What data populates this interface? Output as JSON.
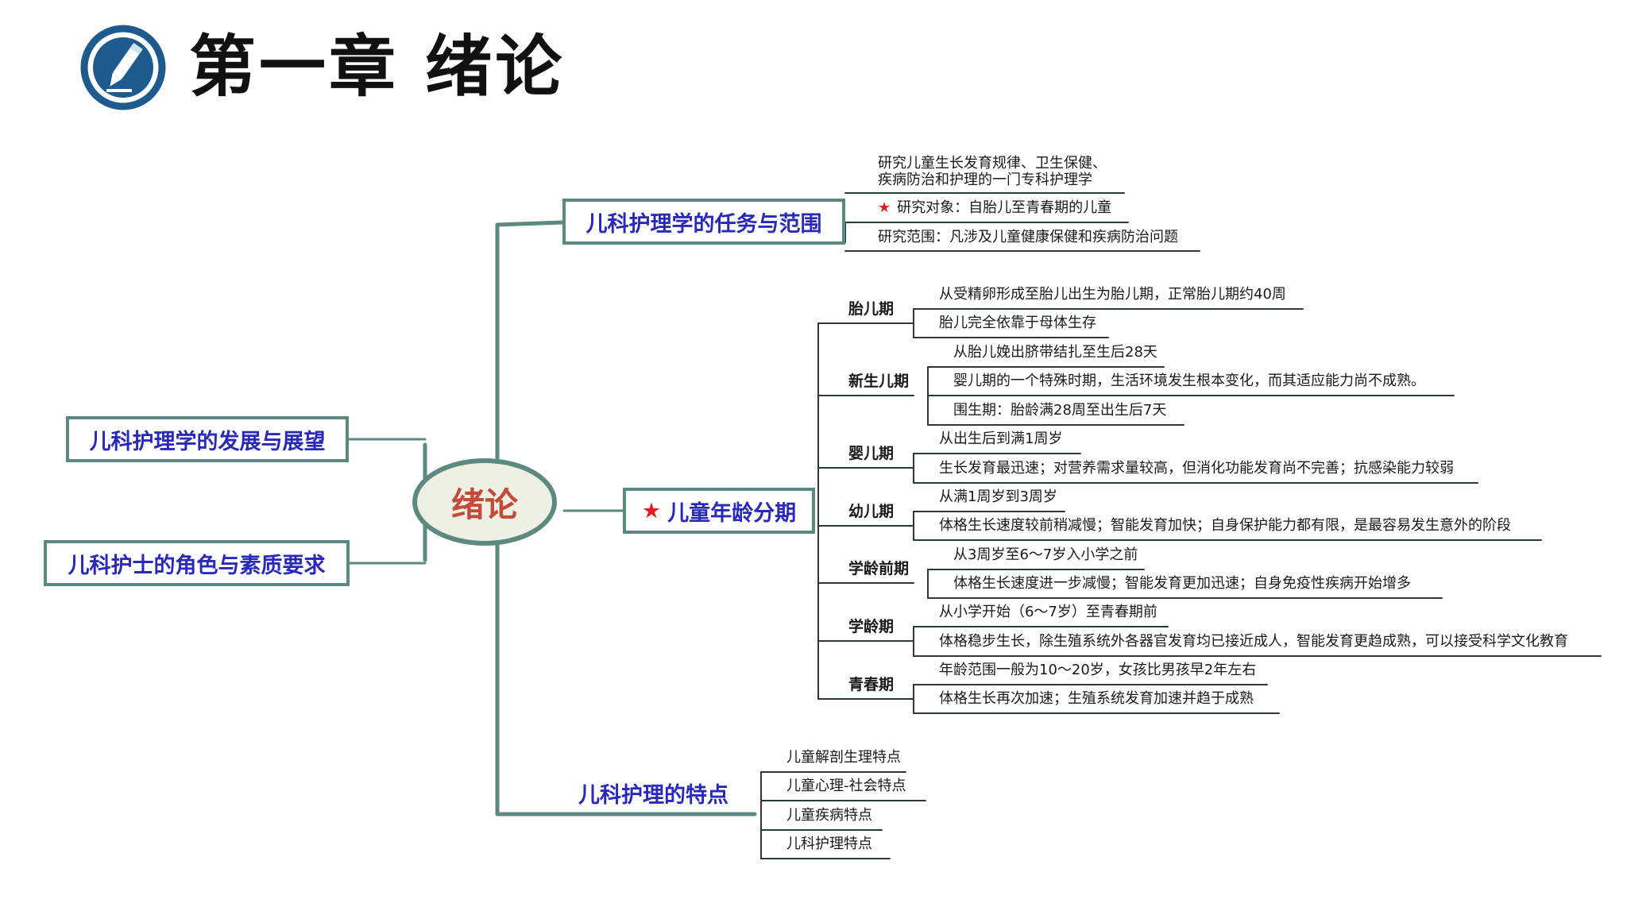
{
  "header": {
    "title": "第一章 绪论",
    "icon": "pencil-icon",
    "icon_color": "#1f5a8f"
  },
  "colors": {
    "branch_line": "#5c8a80",
    "box_text": "#2a2ab8",
    "center_fill": "#eef0e4",
    "center_text": "#c44a3a",
    "star": "#e02020"
  },
  "center": {
    "label": "绪论"
  },
  "left_branches": [
    {
      "label": "儿科护理学的发展与展望"
    },
    {
      "label": "儿科护士的角色与素质要求"
    }
  ],
  "task_scope": {
    "label": "儿科护理学的任务与范围",
    "items": [
      {
        "text": "研究儿童生长发育规律、卫生保健、疾病防治和护理的一门专科护理学"
      },
      {
        "text": "研究对象：自胎儿至青春期的儿童",
        "starred": true
      },
      {
        "text": "研究范围：凡涉及儿童健康保健和疾病防治问题"
      }
    ]
  },
  "age_stages": {
    "label": "儿童年龄分期",
    "starred": true,
    "stages": [
      {
        "name": "胎儿期",
        "items": [
          "从受精卵形成至胎儿出生为胎儿期，正常胎儿期约40周",
          "胎儿完全依靠于母体生存"
        ]
      },
      {
        "name": "新生儿期",
        "items": [
          "从胎儿娩出脐带结扎至生后28天",
          "婴儿期的一个特殊时期，生活环境发生根本变化，而其适应能力尚不成熟。",
          "围生期：胎龄满28周至出生后7天"
        ]
      },
      {
        "name": "婴儿期",
        "items": [
          "从出生后到满1周岁",
          "生长发育最迅速；对营养需求量较高，但消化功能发育尚不完善；抗感染能力较弱"
        ]
      },
      {
        "name": "幼儿期",
        "items": [
          "从满1周岁到3周岁",
          "体格生长速度较前稍减慢；智能发育加快；自身保护能力都有限，是最容易发生意外的阶段"
        ]
      },
      {
        "name": "学龄前期",
        "items": [
          "从3周岁至6～7岁入小学之前",
          "体格生长速度进一步减慢；智能发育更加迅速；自身免疫性疾病开始增多"
        ]
      },
      {
        "name": "学龄期",
        "items": [
          "从小学开始（6～7岁）至青春期前",
          "体格稳步生长，除生殖系统外各器官发育均已接近成人，智能发育更趋成熟，可以接受科学文化教育"
        ]
      },
      {
        "name": "青春期",
        "items": [
          "年龄范围一般为10～20岁，女孩比男孩早2年左右",
          "体格生长再次加速；生殖系统发育加速并趋于成熟"
        ]
      }
    ]
  },
  "features": {
    "label": "儿科护理的特点",
    "items": [
      "儿童解剖生理特点",
      "儿童心理-社会特点",
      "儿童疾病特点",
      "儿科护理特点"
    ]
  }
}
